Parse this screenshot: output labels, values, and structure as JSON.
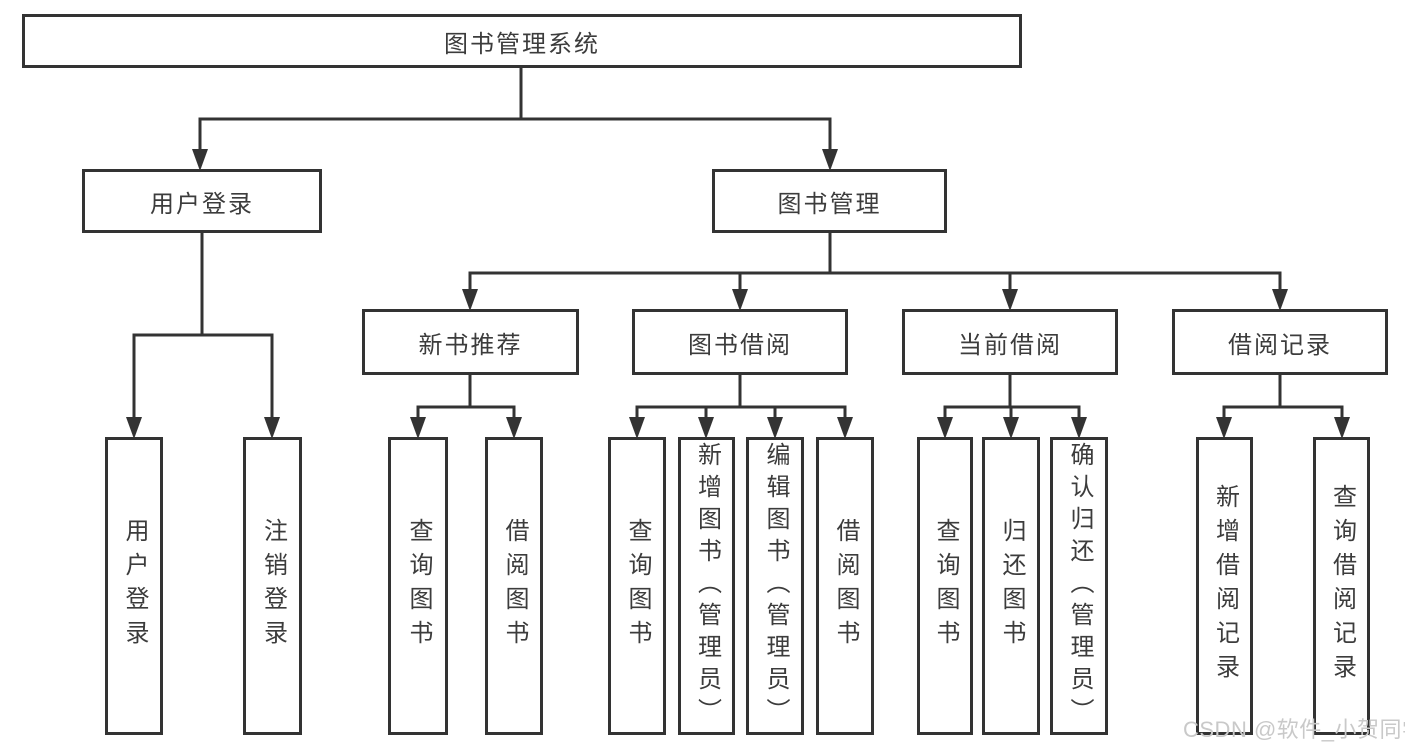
{
  "diagram": {
    "root": {
      "label": "图书管理系统"
    },
    "children": [
      {
        "label": "用户登录",
        "children": [
          {
            "label": "用户登录"
          },
          {
            "label": "注销登录"
          }
        ]
      },
      {
        "label": "图书管理",
        "children": [
          {
            "label": "新书推荐",
            "children": [
              {
                "label": "查询图书"
              },
              {
                "label": "借阅图书"
              }
            ]
          },
          {
            "label": "图书借阅",
            "children": [
              {
                "label": "查询图书"
              },
              {
                "label": "新增图书（管理员）"
              },
              {
                "label": "编辑图书（管理员）"
              },
              {
                "label": "借阅图书"
              }
            ]
          },
          {
            "label": "当前借阅",
            "children": [
              {
                "label": "查询图书"
              },
              {
                "label": "归还图书"
              },
              {
                "label": "确认归还（管理员）"
              }
            ]
          },
          {
            "label": "借阅记录",
            "children": [
              {
                "label": "新增借阅记录"
              },
              {
                "label": "查询借阅记录"
              }
            ]
          }
        ]
      }
    ]
  },
  "watermark": {
    "text": "CSDN @软件_小贺同学"
  },
  "colors": {
    "line": "#333333",
    "node_border": "#333333",
    "node_text": "#3c3c3c",
    "watermark": "#c9c9c9",
    "background": "#ffffff"
  }
}
